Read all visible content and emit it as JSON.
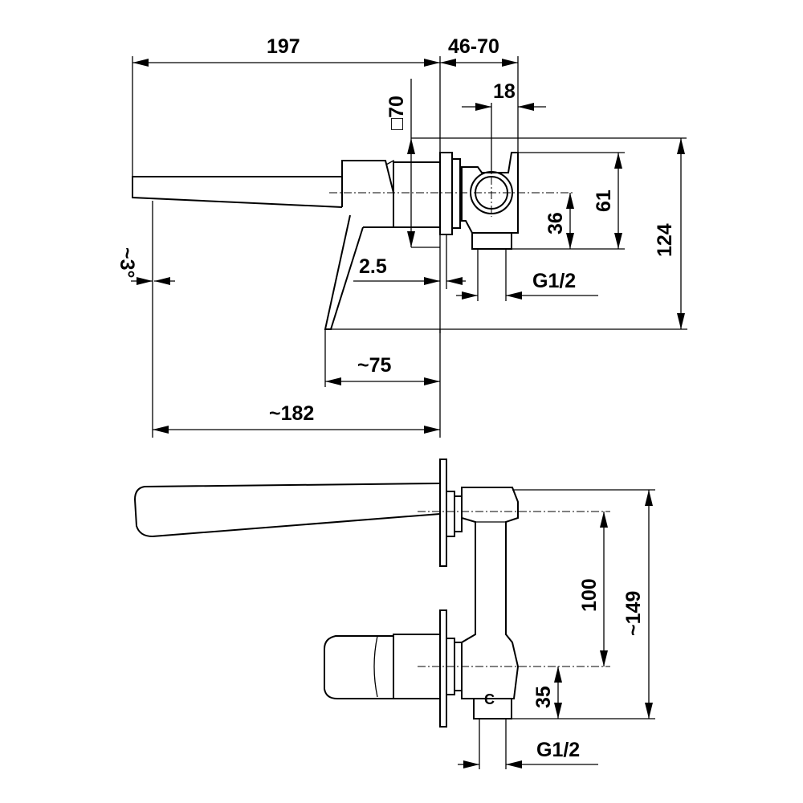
{
  "drawing": {
    "top_view": {
      "dim_overall_length": "197",
      "dim_wall_range": "46-70",
      "dim_square_plate": "□70",
      "dim_valve_offset": "18",
      "dim_body_height": "61",
      "dim_outlet_center": "36",
      "dim_total_height": "124",
      "dim_gap": "2.5",
      "dim_thread": "G1/2",
      "dim_angle": "~3°",
      "dim_lever_reach": "~75",
      "dim_spout_reach": "~182"
    },
    "bottom_view": {
      "dim_center_distance": "100",
      "dim_total_height": "~149",
      "dim_outlet_height": "35",
      "dim_thread": "G1/2"
    }
  }
}
